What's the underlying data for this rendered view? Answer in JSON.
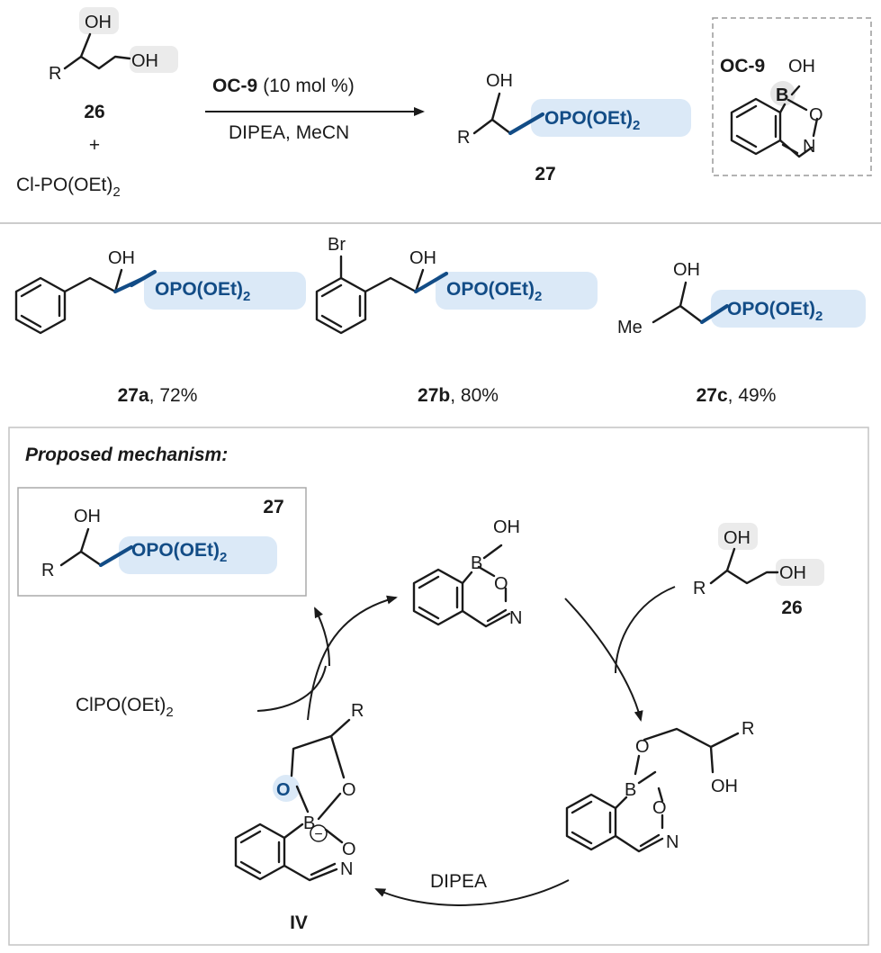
{
  "top": {
    "diol_label": "26",
    "plus": "+",
    "reagent_prefix": "Cl-PO(OEt)",
    "reagent_sub": "2",
    "catalyst_name": "OC-9",
    "catalyst_loading": "(10 mol %)",
    "conditions": "DIPEA, MeCN",
    "product_label": "27",
    "catalyst_box_title": "OC-9"
  },
  "groups": {
    "oh": "OH",
    "r": "R",
    "me": "Me",
    "br": "Br",
    "b": "B",
    "o": "O",
    "n": "N",
    "opo": "OPO(OEt)",
    "sub2": "2",
    "minus": "−"
  },
  "examples": [
    {
      "id": "27a",
      "yield": ", 72%"
    },
    {
      "id": "27b",
      "yield": ", 80%"
    },
    {
      "id": "27c",
      "yield": ", 49%"
    }
  ],
  "mechanism": {
    "title": "Proposed mechanism:",
    "product_label": "27",
    "diol_label": "26",
    "reagent_prefix": "ClPO(OEt)",
    "reagent_sub": "2",
    "base": "DIPEA",
    "intermediate_label": "IV"
  }
}
